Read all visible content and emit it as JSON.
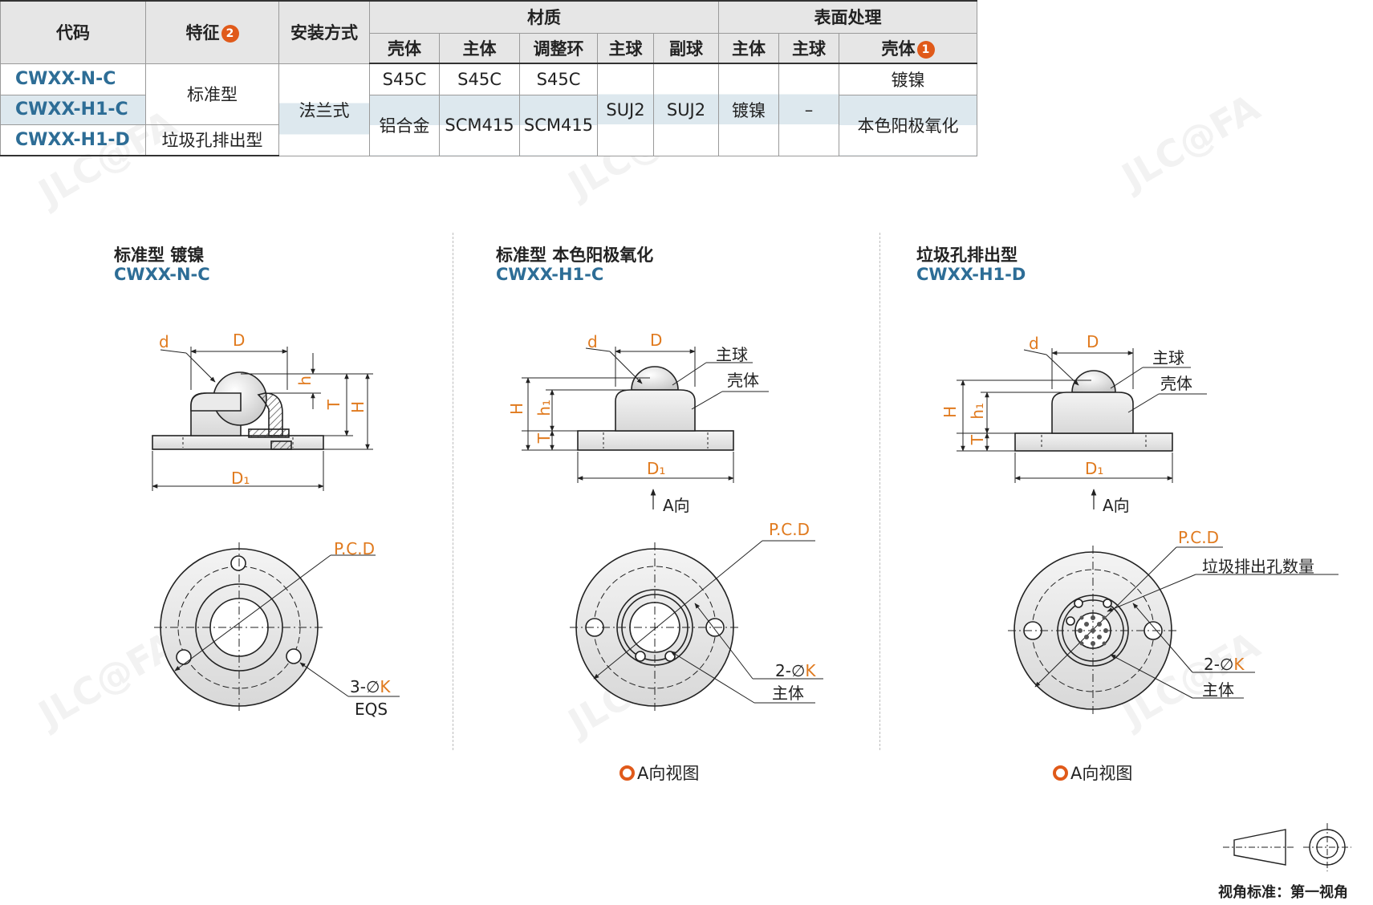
{
  "table": {
    "h_code": "代码",
    "h_feature": "特征",
    "h_feature_badge": "2",
    "h_mount": "安装方式",
    "h_material": "材质",
    "h_surface": "表面处理",
    "h_shell": "壳体",
    "h_body": "主体",
    "h_ring": "调整环",
    "h_main_ball": "主球",
    "h_sub_ball": "副球",
    "h_s_body": "主体",
    "h_s_ball": "主球",
    "h_s_shell": "壳体",
    "h_s_shell_badge": "1",
    "r1_code": "CWXX-N-C",
    "r2_code": "CWXX-H1-C",
    "r3_code": "CWXX-H1-D",
    "f_standard": "标准型",
    "f_debris": "垃圾孔排出型",
    "mount_flange": "法兰式",
    "s45c_1": "S45C",
    "s45c_2": "S45C",
    "s45c_3": "S45C",
    "alu": "铝合金",
    "scm_1": "SCM415",
    "scm_2": "SCM415",
    "suj_1": "SUJ2",
    "suj_2": "SUJ2",
    "nickel_1": "镀镍",
    "nickel_2": "镀镍",
    "dash": "–",
    "anodize": "本色阳极氧化"
  },
  "diagrams": [
    {
      "title": "标准型 镀镍",
      "code": "CWXX-N-C"
    },
    {
      "title": "标准型 本色阳极氧化",
      "code": "CWXX-H1-C"
    },
    {
      "title": "垃圾孔排出型",
      "code": "CWXX-H1-D"
    }
  ],
  "labels": {
    "d": "d",
    "D": "D",
    "D1": "D₁",
    "h": "h",
    "h1": "h₁",
    "T": "T",
    "H": "H",
    "pcd": "P.C.D",
    "hole3": "3-∅",
    "hole2": "2-∅",
    "K": "K",
    "eqs": "EQS",
    "main_ball": "主球",
    "shell": "壳体",
    "body": "主体",
    "a_dir": "A向",
    "a_view": "A向视图",
    "debris_count": "垃圾排出孔数量",
    "projection": "视角标准：第一视角"
  },
  "colors": {
    "code_blue": "#2d6d96",
    "dim_orange": "#e07a1e",
    "badge": "#e05a1a",
    "band": "#dde8ee"
  }
}
